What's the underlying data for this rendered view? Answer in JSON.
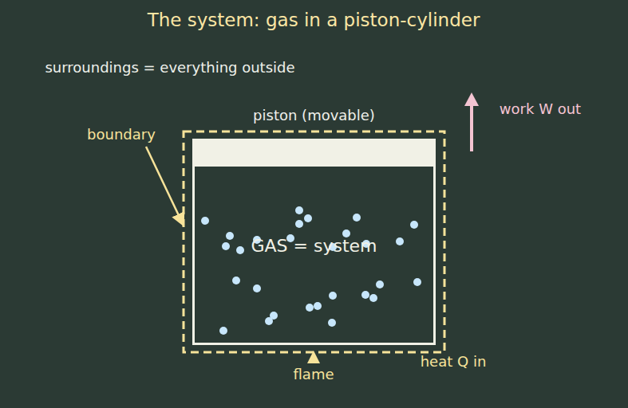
{
  "diagram": {
    "title": "The system: gas in a piston-cylinder",
    "nodes": [
      {
        "text": [
          "piston (movable)"
        ]
      },
      {
        "text": [
          "GAS = system"
        ]
      }
    ],
    "labels": [
      "surroundings = everything outside",
      "boundary",
      "work W out",
      "flame",
      "heat Q in"
    ]
  }
}
